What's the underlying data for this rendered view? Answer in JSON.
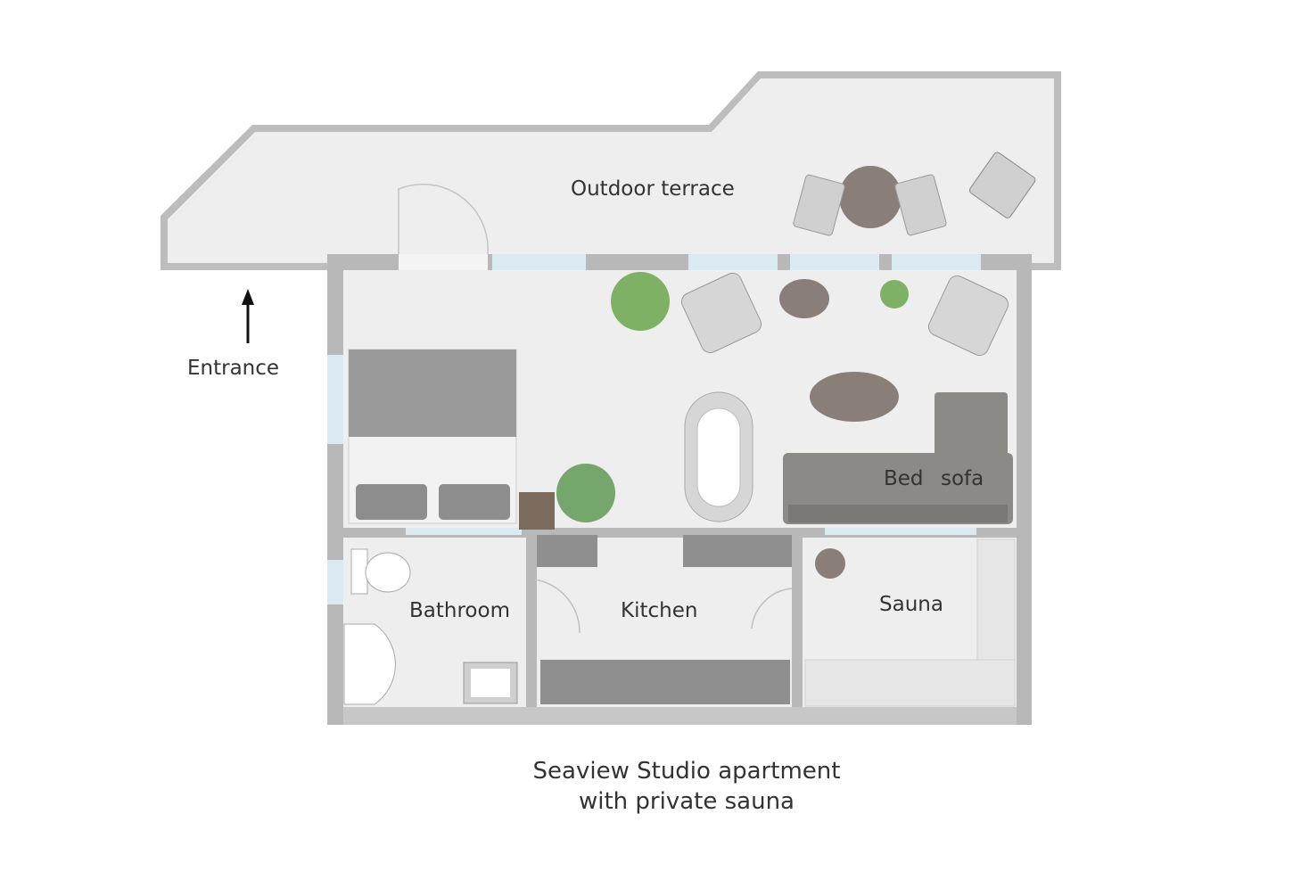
{
  "floor_plan": {
    "rooms": {
      "terrace": "Outdoor terrace",
      "bathroom": "Bathroom",
      "kitchen": "Kitchen",
      "sauna": "Sauna"
    },
    "furniture_labels": {
      "bed": "Bed",
      "sofa": "sofa"
    },
    "entrance": {
      "label": "Entrance",
      "arrow_icon": "arrow-up-icon"
    },
    "caption": {
      "line1": "Seaview Studio apartment",
      "line2": "with private sauna"
    },
    "colors": {
      "wall": "#b8b8b8",
      "floor": "#eeeeee",
      "window": "#dbe9f2",
      "sofa": "#8c8a86",
      "table": "#8a7f78",
      "plant": "#6aa64a",
      "counter": "#8f8f8f"
    }
  }
}
